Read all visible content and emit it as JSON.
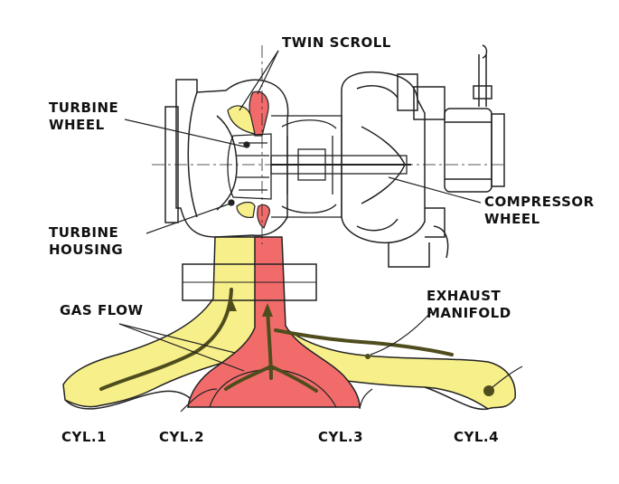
{
  "labels": {
    "twin_scroll": "TWIN SCROLL",
    "turbine_wheel": [
      "TURBINE",
      "WHEEL"
    ],
    "turbine_housing": [
      "TURBINE",
      "HOUSING"
    ],
    "compressor_wheel": [
      "COMPRESSOR",
      "WHEEL"
    ],
    "gas_flow": "GAS FLOW",
    "exhaust_manifold": [
      "EXHAUST",
      "MANIFOLD"
    ],
    "cylinders": [
      "CYL.1",
      "CYL.2",
      "CYL.3",
      "CYL.4"
    ]
  },
  "colors": {
    "yellow_flow": "#f7ef8a",
    "red_flow": "#f26b6b",
    "arrow": "#4f4d1e",
    "line": "#222222"
  }
}
